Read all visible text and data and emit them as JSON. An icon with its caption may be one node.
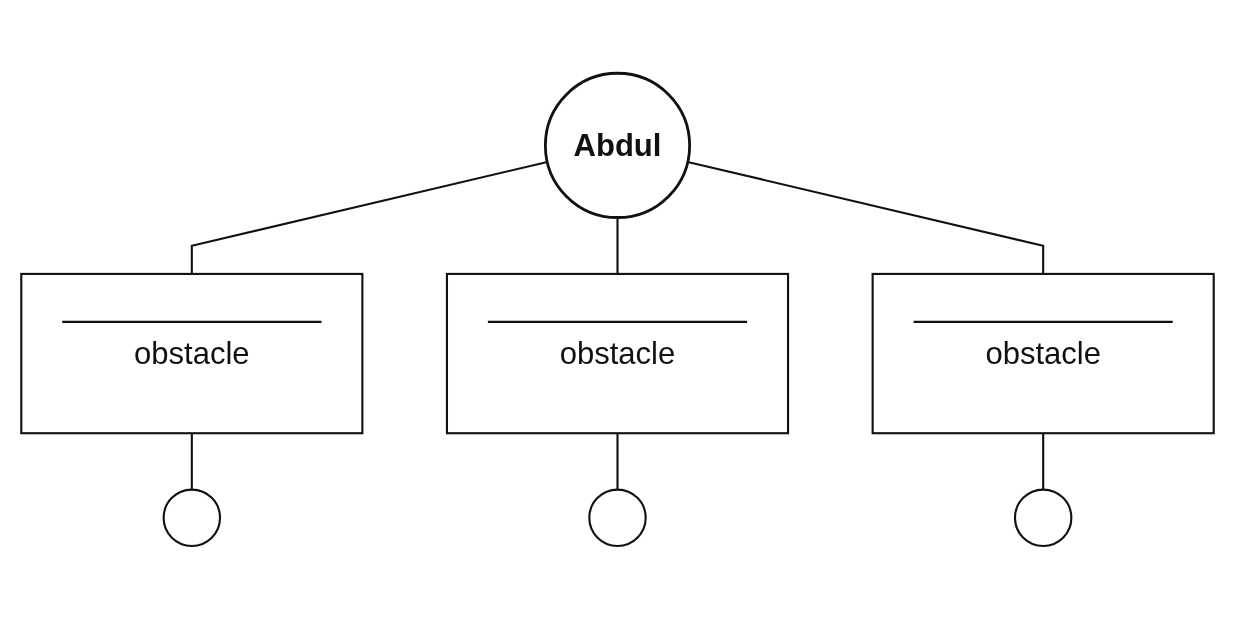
{
  "diagram": {
    "nodes": [
      {
        "text": [
          "obstacle"
        ]
      },
      {
        "text": [
          "Abdul"
        ]
      },
      {
        "text": [
          "obstacle"
        ]
      },
      {
        "text": [],
        "shape": "ellipse"
      },
      {
        "text": [
          "obstacle"
        ]
      },
      {
        "text": [],
        "shape": "ellipse"
      },
      {
        "text": [],
        "shape": "ellipse"
      }
    ],
    "edges": [
      {
        "from": 1,
        "to": 0,
        "arrow": "none"
      },
      {
        "from": 1,
        "to": 2,
        "arrow": "none"
      },
      {
        "from": 1,
        "to": 4,
        "arrow": "none"
      },
      {
        "from": 0,
        "to": 3,
        "arrow": "none"
      },
      {
        "from": 2,
        "to": 5,
        "arrow": "none"
      },
      {
        "from": 4,
        "to": 6,
        "arrow": "none"
      }
    ]
  }
}
